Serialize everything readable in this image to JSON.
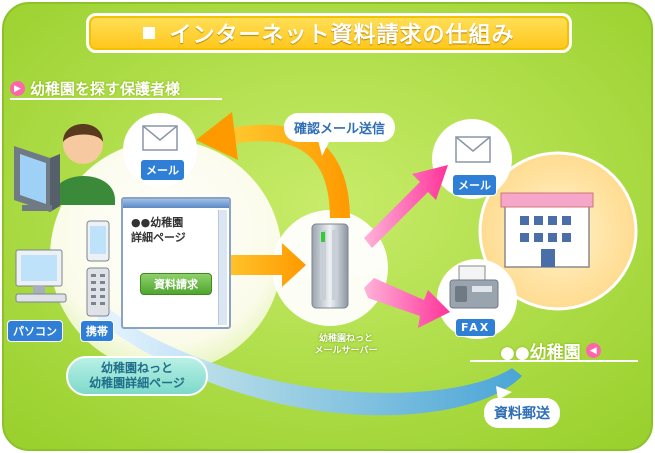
{
  "title": "インターネット資料請求の仕組み",
  "parents_label": "幼稚園を探す保護者様",
  "kindergarten_label": "●●幼稚園",
  "confirm_mail_bubble": "確認メール送信",
  "mail_tag_parent": "メール",
  "mail_tag_kindergarten": "メール",
  "fax_tag": "FAX",
  "pc_tag": "パソコン",
  "mobile_tag": "携帯",
  "browser": {
    "page_title_line1": "●●幼稚園",
    "page_title_line2": "詳細ページ",
    "request_button": "資料請求"
  },
  "site_bubble": {
    "line1": "幼稚園ねっと",
    "line2": "幼稚園詳細ページ"
  },
  "server_caption": {
    "line1": "幼稚園ねっと",
    "line2": "メールサーバー"
  },
  "document_mail_bubble": "資料郵送",
  "colors": {
    "background_green": "#a9dc3c",
    "banner_yellow": "#ffc61a",
    "tag_blue": "#2f7fd6",
    "arrow_orange": "#ff9900",
    "arrow_pink": "#ff3399",
    "arrow_blue": "#8fc8f0"
  }
}
